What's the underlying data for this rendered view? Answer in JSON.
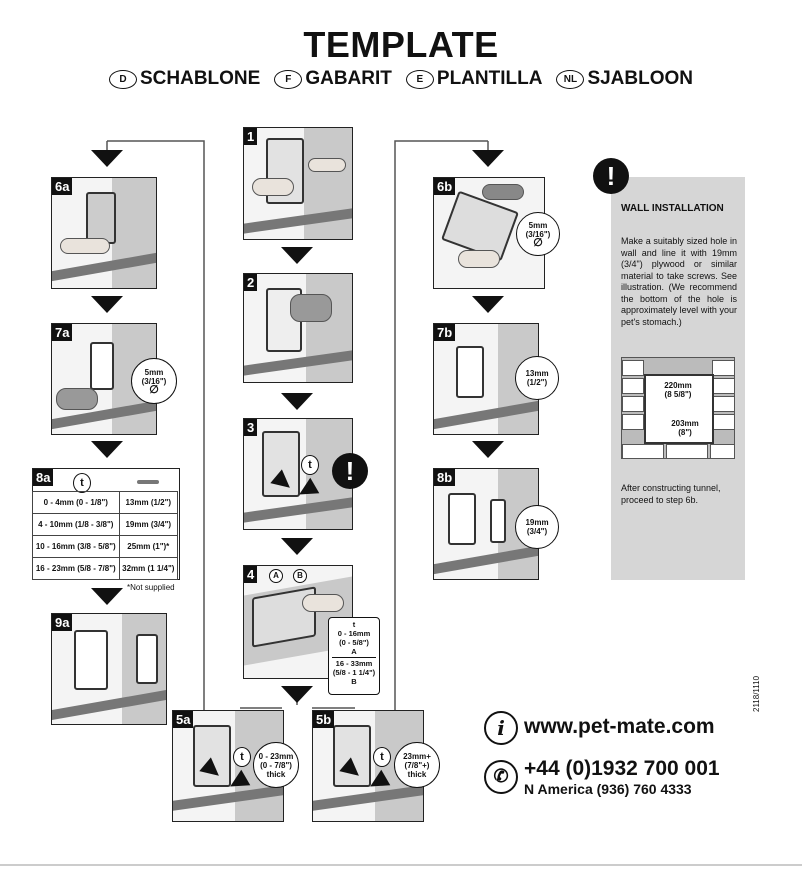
{
  "title": "TEMPLATE",
  "languages": [
    {
      "code": "D",
      "label": "SCHABLONE"
    },
    {
      "code": "F",
      "label": "GABARIT"
    },
    {
      "code": "E",
      "label": "PLANTILLA"
    },
    {
      "code": "NL",
      "label": "SJABLOON"
    }
  ],
  "steps": {
    "s1": "1",
    "s2": "2",
    "s3": "3",
    "s4": "4",
    "s5a": "5a",
    "s5b": "5b",
    "s6a": "6a",
    "s7a": "7a",
    "s8a": "8a",
    "s9a": "9a",
    "s6b": "6b",
    "s7b": "7b",
    "s8b": "8b"
  },
  "callouts": {
    "c7a_size": "5mm",
    "c7a_inch": "(3/16\")",
    "c7a_sym": "∅",
    "c6b_size": "5mm",
    "c6b_inch": "(3/16\")",
    "c6b_sym": "∅",
    "c7b_size": "13mm",
    "c7b_inch": "(1/2\")",
    "c8b_size": "19mm",
    "c8b_inch": "(3/4\")",
    "c5a_l1": "0 - 23mm",
    "c5a_l2": "(0 - 7/8\")",
    "c5a_l3": "thick",
    "c5b_l1": "23mm+",
    "c5b_l2": "(7/8\"+)",
    "c5b_l3": "thick"
  },
  "info_mark": "t",
  "excl": "!",
  "step4": {
    "label_a": "A",
    "label_b": "B",
    "range1": "0 - 16mm",
    "range1_inch": "(0 - 5/8\")",
    "range1_letter": "A",
    "range2": "16 - 33mm",
    "range2_inch": "(5/8 - 1 1/4\")",
    "range2_letter": "B"
  },
  "table8a": {
    "rows": [
      {
        "thickness": "0 - 4mm (0 - 1/8\")",
        "screw": "13mm (1/2\")"
      },
      {
        "thickness": "4 - 10mm (1/8 - 3/8\")",
        "screw": "19mm (3/4\")"
      },
      {
        "thickness": "10 - 16mm (3/8 - 5/8\")",
        "screw": "25mm (1\")*"
      },
      {
        "thickness": "16 - 23mm (5/8 - 7/8\")",
        "screw": "32mm (1 1/4\")"
      }
    ],
    "footnote": "*Not supplied"
  },
  "wall_installation": {
    "heading": "WALL INSTALLATION",
    "body": "Make a suitably sized hole in wall and line it with 19mm (3/4\") plywood or similar material to take screws. See illustration. (We recommend the bottom of the hole is approximately level with your pet's stomach.)",
    "dim1": "220mm",
    "dim1_inch": "(8 5/8\")",
    "dim2": "203mm",
    "dim2_inch": "(8\")",
    "after": "After constructing tunnel, proceed to step 6b."
  },
  "contact": {
    "web": "www.pet-mate.com",
    "phone": "+44 (0)1932 700 001",
    "na_phone": "N America (936) 760 4333",
    "web_icon": "info-icon",
    "phone_icon": "phone-icon"
  },
  "code": "2118/1110"
}
